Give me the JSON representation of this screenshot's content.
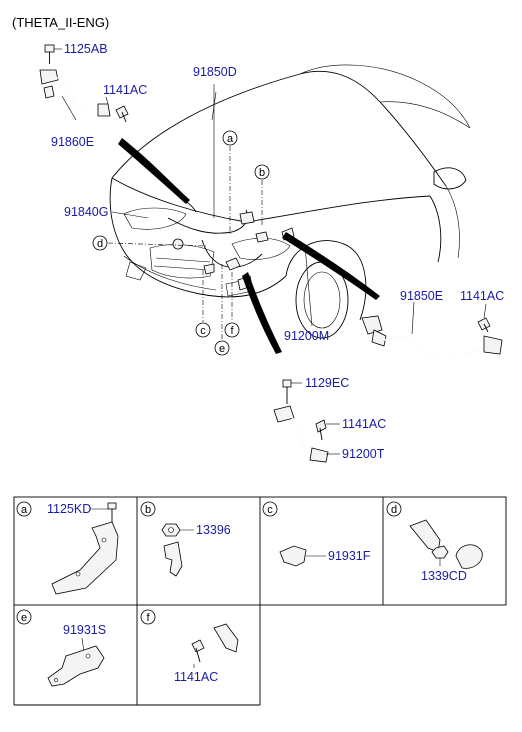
{
  "header": {
    "engine_label": "(THETA_II-ENG)"
  },
  "main_diagram": {
    "labels": {
      "p1125AB": "1125AB",
      "p1141AC_top": "1141AC",
      "p91860E": "91860E",
      "p91850D": "91850D",
      "p91840G": "91840G",
      "p91850E": "91850E",
      "p1141AC_right": "1141AC",
      "p91200M": "91200M",
      "p1129EC": "1129EC",
      "p1141AC_lower": "1141AC",
      "p91200T": "91200T"
    },
    "callouts": {
      "a": "a",
      "b": "b",
      "c": "c",
      "d": "d",
      "e": "e",
      "f": "f"
    }
  },
  "detail_table": {
    "cells": [
      {
        "letter": "a",
        "parts": [
          "1125KD"
        ]
      },
      {
        "letter": "b",
        "parts": [
          "13396"
        ]
      },
      {
        "letter": "c",
        "parts": [
          "91931F"
        ]
      },
      {
        "letter": "d",
        "parts": [
          "1339CD"
        ]
      },
      {
        "letter": "e",
        "parts": [
          "91931S"
        ]
      },
      {
        "letter": "f",
        "parts": [
          "1141AC"
        ]
      }
    ]
  }
}
